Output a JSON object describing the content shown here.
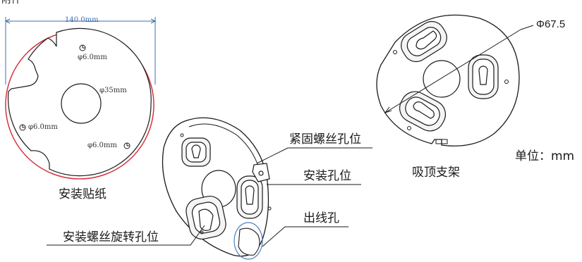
{
  "header_fragment": "附件",
  "sticker": {
    "width_dim": "140.0mm",
    "hole_top": "φ6.0mm",
    "hole_left": "φ6.0mm",
    "hole_right": "φ6.0mm",
    "center_hole": "φ35mm",
    "title": "安装贴纸"
  },
  "base_callouts": {
    "tighten_hole": "紧固螺丝孔位",
    "mount_hole": "安装孔位",
    "cable_hole": "出线孔",
    "rotate_hole": "安装螺丝旋转孔位"
  },
  "bracket": {
    "diameter": "Φ67.5",
    "title": "吸顶支架",
    "unit": "单位：mm"
  },
  "colors": {
    "outline": "#1a1a1a",
    "sticker_ring": "#d8323c",
    "dimension_line": "#3d6fb3",
    "callout_ellipse": "#4a7fc0"
  }
}
